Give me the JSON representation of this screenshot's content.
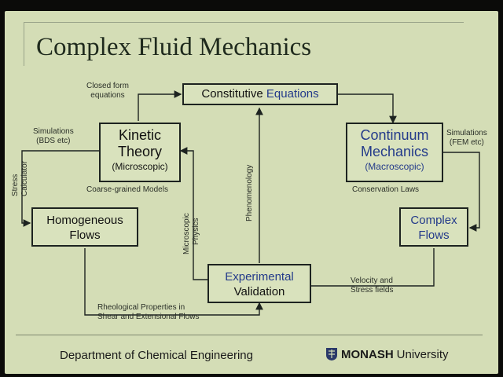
{
  "slide": {
    "title": "Complex Fluid Mechanics"
  },
  "boxes": {
    "constitutive": {
      "word1": "Constitutive",
      "word2": "Equations"
    },
    "kinetic": {
      "line1": "Kinetic",
      "line2": "Theory",
      "line3": "(Microscopic)"
    },
    "continuum": {
      "line1": "Continuum",
      "line2": "Mechanics",
      "line3": "(Macroscopic)"
    },
    "homogeneous": {
      "line1": "Homogeneous",
      "line2": "Flows"
    },
    "complex": {
      "line1": "Complex",
      "line2": "Flows"
    },
    "experimental": {
      "line1": "Experimental",
      "line2": "Validation"
    }
  },
  "labels": {
    "closed_form_1": "Closed form",
    "closed_form_2": "equations",
    "sim_bds_1": "Simulations",
    "sim_bds_2": "(BDS etc)",
    "sim_fem_1": "Simulations",
    "sim_fem_2": "(FEM etc)",
    "coarse": "Coarse-grained Models",
    "conservation": "Conservation Laws",
    "stress_calc_1": "Stress",
    "stress_calc_2": "Calculator",
    "micro_phys_1": "Microscopic",
    "micro_phys_2": "Physics",
    "phenomenology": "Phenomenology",
    "velocity_1": "Velocity and",
    "velocity_2": "Stress fields",
    "rheo_1": "Rheological Properties in",
    "rheo_2": "Shear and Extensional Flows"
  },
  "footer": {
    "department": "Department of Chemical Engineering",
    "logo_bold": "MONASH",
    "logo_light": "University",
    "logo_icon": "monash-crest-icon"
  },
  "colors": {
    "slide_bg": "#d4ddb6",
    "accent_blue": "#233a8a",
    "border": "#1d2320"
  }
}
